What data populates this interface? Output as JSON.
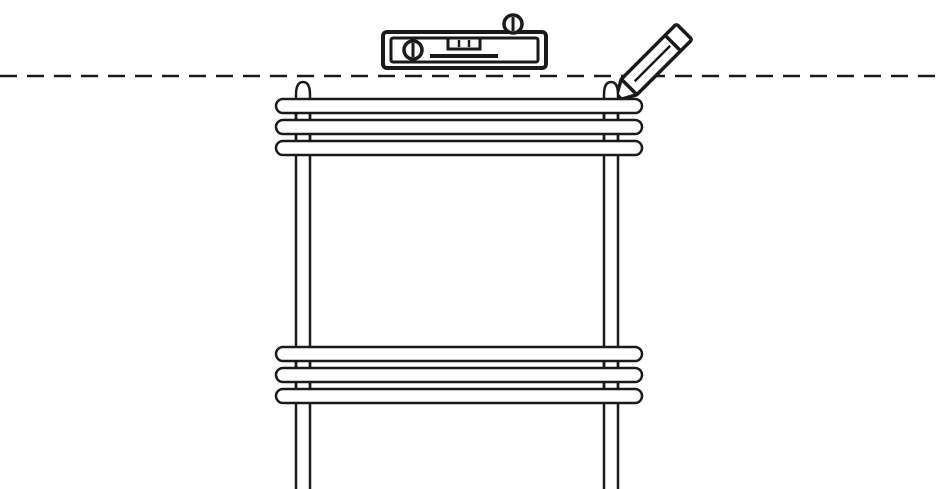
{
  "diagram": {
    "colors": {
      "background": "#ffffff",
      "stroke": "#1a1a1a",
      "fill": "#ffffff"
    },
    "guide_line": {
      "style": "dashed"
    },
    "tools": {
      "level": {
        "icon": "spirit-level-icon"
      },
      "pencil": {
        "icon": "pencil-icon"
      }
    },
    "towel_rail": {
      "upright_count": 2,
      "upper_bar_group_count": 3,
      "lower_bar_group_count": 3
    }
  }
}
